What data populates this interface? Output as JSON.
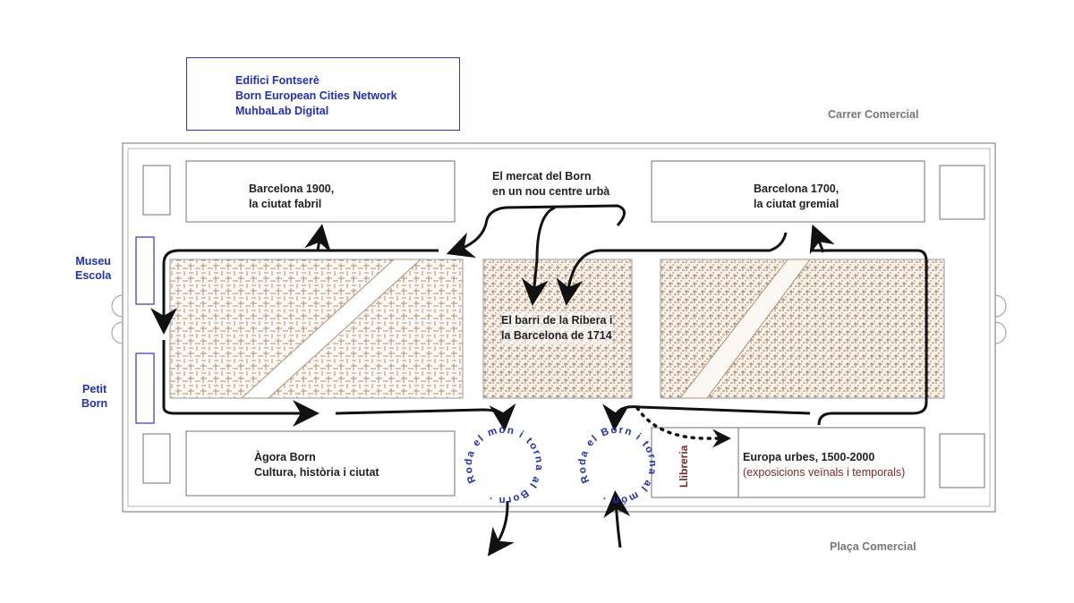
{
  "header_box": {
    "lines": [
      "Edifici Fontserè",
      "Born European Cities Network",
      "MuhbaLab Digital"
    ]
  },
  "streets": {
    "top": "Carrer Comercial",
    "bottom": "Plaça Comercial"
  },
  "side_links": {
    "museu_escola": [
      "Museu",
      "Escola"
    ],
    "petit_born": [
      "Petit",
      "Born"
    ]
  },
  "rooms": {
    "barcelona_1900": [
      "Barcelona 1900,",
      "la ciutat fabril"
    ],
    "mercat": [
      "El mercat del Born",
      "en un nou centre urbà"
    ],
    "barcelona_1700": [
      "Barcelona 1700,",
      "la ciutat gremial"
    ],
    "ribera": [
      "El barri de la Ribera i",
      "la Barcelona de 1714"
    ],
    "agora": [
      "Àgora Born",
      "Cultura, història i ciutat"
    ],
    "europa": [
      "Europa urbes, 1500-2000",
      "(exposicions veïnals i temporals)"
    ],
    "llibreria": "Llibreria"
  },
  "circles": {
    "left": "Roda el món i torna al Born ·",
    "right": "Roda el Born i torna al món ·"
  },
  "colors": {
    "blue": "#1f2fc0",
    "maroon": "#7a2a2a",
    "map": "#a88866",
    "line": "#888888"
  }
}
